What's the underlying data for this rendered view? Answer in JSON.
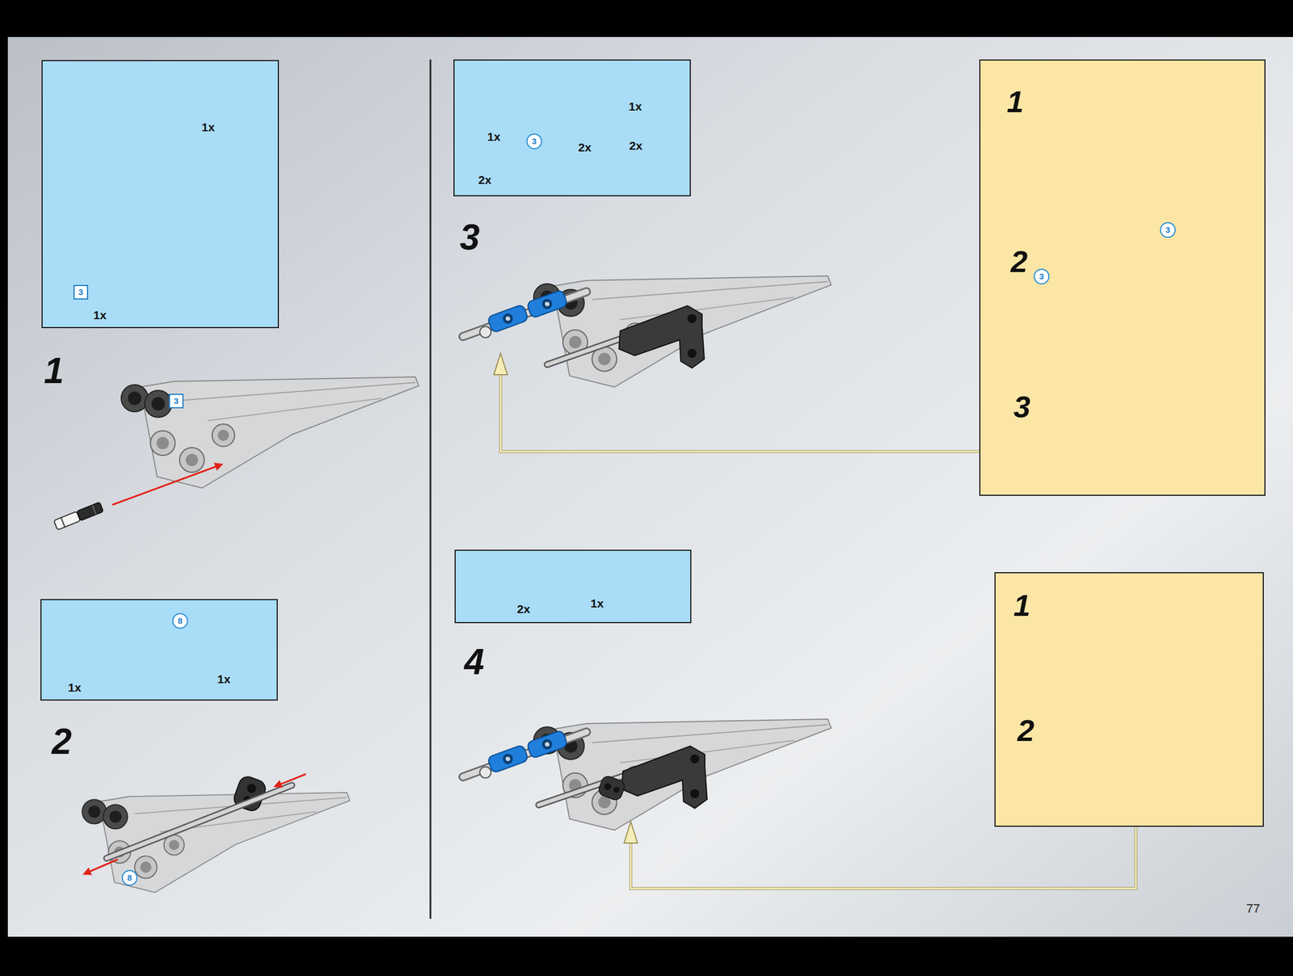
{
  "diagram": {
    "nodes": [
      {
        "text": [
          "1x",
          "3",
          "1x"
        ]
      },
      {
        "text": [
          "8",
          "1x",
          "1x"
        ]
      },
      {
        "text": [
          "1x",
          "3",
          "2x",
          "2x",
          "1x",
          "2x"
        ]
      },
      {
        "text": [
          "1",
          "3",
          "2",
          "3",
          "3"
        ]
      },
      {
        "text": [
          "2x",
          "1x"
        ]
      },
      {
        "text": [
          "1",
          "2"
        ]
      }
    ],
    "labels": [
      "1",
      "3",
      "2",
      "8",
      "3",
      "4",
      "77"
    ]
  }
}
